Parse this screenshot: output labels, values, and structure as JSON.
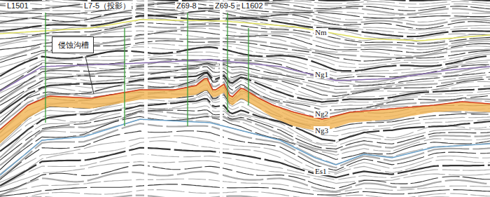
{
  "diagram": {
    "nodes": [
      {
        "text": [
          "侵蚀沟槽"
        ]
      }
    ],
    "labels": [
      "L1501",
      "L7-5（投影）",
      "Z69-8",
      "Z69-5",
      "L1602",
      "Nm",
      "Ng1",
      "Ng2",
      "Ng3",
      "Es1"
    ]
  }
}
